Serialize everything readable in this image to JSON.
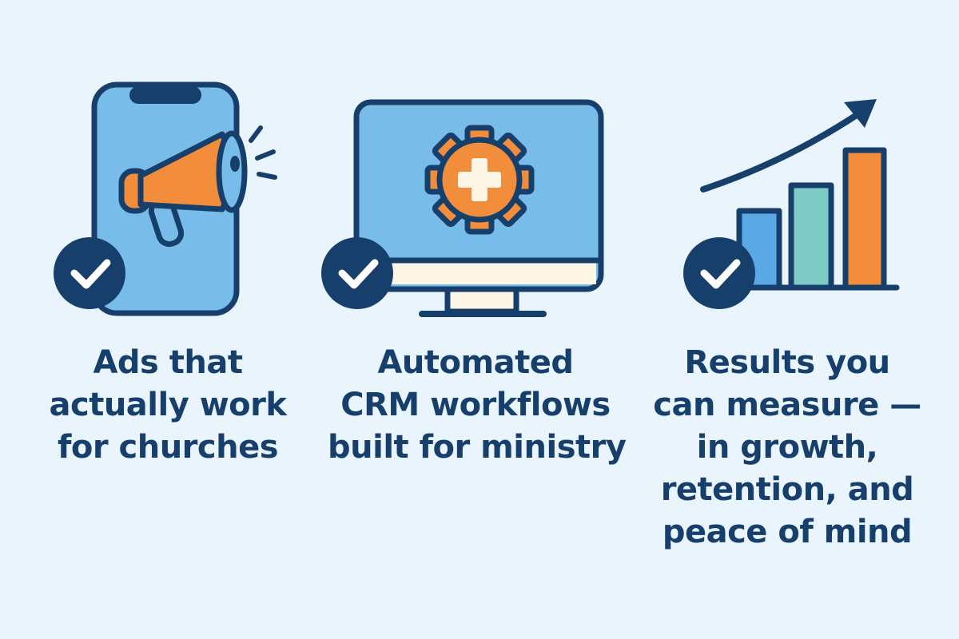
{
  "features": [
    {
      "icon": "megaphone-phone-icon",
      "lines": [
        "Ads that",
        "actually work",
        "for churches"
      ]
    },
    {
      "icon": "gear-monitor-icon",
      "lines": [
        "Automated",
        "CRM workflows",
        "built for ministry"
      ]
    },
    {
      "icon": "growth-chart-icon",
      "lines": [
        "Results you",
        "can measure —",
        "in growth,",
        "retention, and",
        "peace of mind"
      ]
    }
  ],
  "colors": {
    "background": "#eaf4fc",
    "navy": "#16406b",
    "screen_blue": "#78bde9",
    "accent_orange": "#f28d3c",
    "bar_blue": "#5aa9e6",
    "bar_teal": "#7ecac4",
    "cream": "#fdf6e6",
    "check_white": "#ffffff"
  }
}
